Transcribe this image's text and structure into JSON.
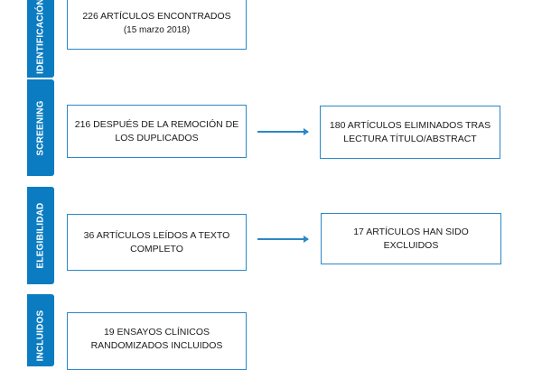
{
  "colors": {
    "band": "#0b7cc1",
    "box_border": "#2a88c7",
    "arrow": "#2a88c7"
  },
  "phases": {
    "identification": "IDENTIFICACIÓN",
    "screening": "SCREENING",
    "eligibility": "ELEGIBILIDAD",
    "included": "INCLUIDOS"
  },
  "boxes": {
    "found": {
      "line1": "226 ARTÍCULOS ENCONTRADOS",
      "line2": "(15 marzo 2018)"
    },
    "after_duplicates": {
      "line1": "216 DESPUÉS DE LA REMOCIÓN DE",
      "line2": "LOS DUPLICADOS"
    },
    "eliminated": {
      "line1": "180 ARTÍCULOS ELIMINADOS TRAS",
      "line2": "LECTURA TÍTULO/ABSTRACT"
    },
    "full_text": {
      "line1": "36 ARTÍCULOS LEÍDOS A TEXTO",
      "line2": "COMPLETO"
    },
    "excluded": {
      "line1": "17 ARTÍCULOS HAN SIDO",
      "line2": "EXCLUIDOS"
    },
    "included": {
      "line1": "19 ENSAYOS CLÍNICOS",
      "line2": "RANDOMIZADOS INCLUIDOS"
    }
  }
}
